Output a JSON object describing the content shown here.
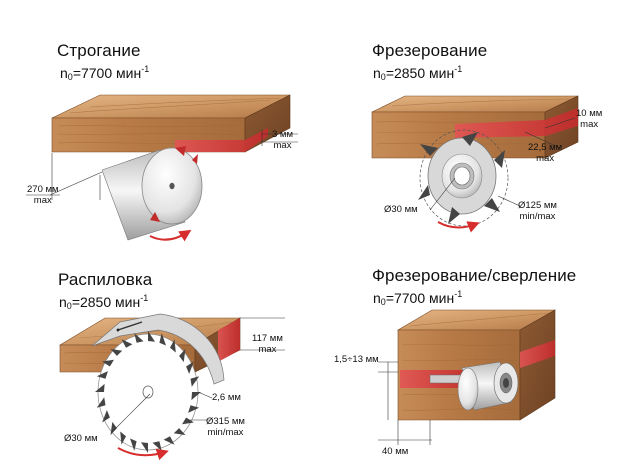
{
  "panels": {
    "planing": {
      "title": "Строгание",
      "speed_prefix": "n",
      "speed_sub": "0",
      "speed_value": "=7700 мин",
      "speed_sup": "-1",
      "depth_value": "3 мм",
      "depth_max": "max",
      "width_value": "270 мм",
      "width_max": "max"
    },
    "milling": {
      "title": "Фрезерование",
      "speed_prefix": "n",
      "speed_sub": "0",
      "speed_value": "=2850 мин",
      "speed_sup": "-1",
      "depth_value": "10 мм",
      "depth_max": "max",
      "height_value": "22,5 мм",
      "height_max": "max",
      "bore": "Ø30 мм",
      "diameter_value": "Ø125 мм",
      "diameter_range": "min/max"
    },
    "sawing": {
      "title": "Распиловка",
      "speed_prefix": "n",
      "speed_sub": "0",
      "speed_value": "=2850 мин",
      "speed_sup": "-1",
      "cut_value": "117 мм",
      "cut_max": "max",
      "kerf": "2,6 мм",
      "bore": "Ø30 мм",
      "diameter_value": "Ø315 мм",
      "diameter_range": "min/max"
    },
    "drilling": {
      "title": "Фрезерование/сверление",
      "speed_prefix": "n",
      "speed_sub": "0",
      "speed_value": "=7700 мин",
      "speed_sup": "-1",
      "range": "1,5÷13 мм",
      "depth": "40 мм"
    }
  },
  "colors": {
    "wood_light": "#d9a877",
    "wood_mid": "#c08655",
    "wood_dark": "#8a5630",
    "cut_red": "#d63b3b",
    "steel_light": "#f2f2f2",
    "steel_dark": "#9a9a9a",
    "arrow_red": "#d62d2d"
  }
}
